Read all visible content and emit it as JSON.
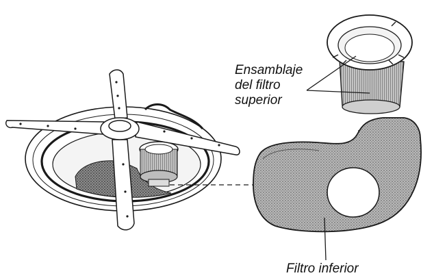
{
  "labels": {
    "upper_filter_line1": "Ensamblaje",
    "upper_filter_line2": "del filtro",
    "upper_filter_line3": "superior",
    "lower_filter": "Filtro inferior"
  },
  "colors": {
    "stroke": "#1a1a1a",
    "mesh": "#9a9a9a",
    "background": "#ffffff"
  }
}
